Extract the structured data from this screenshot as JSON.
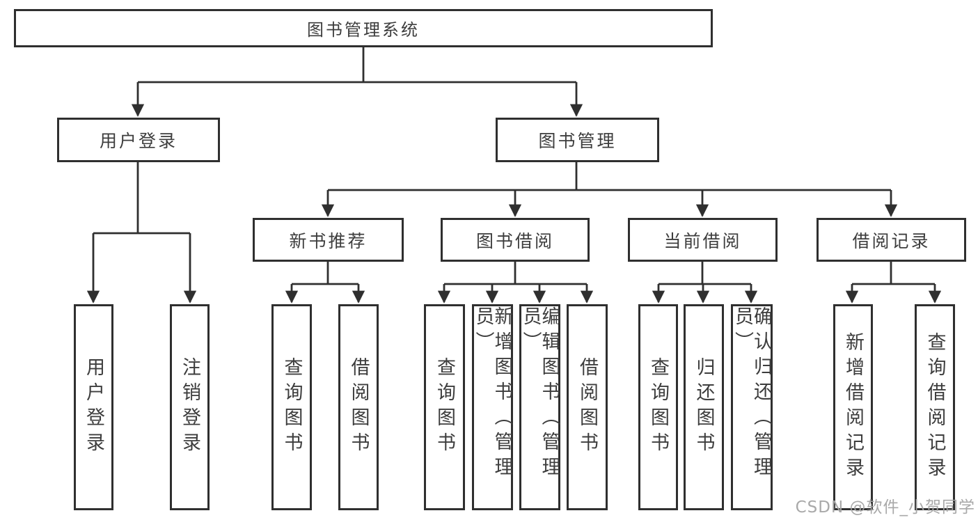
{
  "diagram": {
    "type": "hierarchy-tree",
    "colors": {
      "line": "#2f2f2f",
      "box_border": "#2f2f2f",
      "box_fill": "#ffffff",
      "text": "#3d3d3d",
      "background": "#ffffff",
      "watermark": "#a4a4a4"
    },
    "nodes": {
      "root": "图书管理系统",
      "level2": [
        "用户登录",
        "图书管理"
      ],
      "level3": [
        "新书推荐",
        "图书借阅",
        "当前借阅",
        "借阅记录"
      ],
      "leaves": [
        "用户登录",
        "注销登录",
        "查询图书",
        "借阅图书",
        "查询图书",
        "新增图书（管理员）",
        "编辑图书（管理员）",
        "借阅图书",
        "查询图书",
        "归还图书",
        "确认归还（管理员）",
        "新增借阅记录",
        "查询借阅记录"
      ]
    },
    "hierarchy": {
      "图书管理系统": {
        "用户登录": [
          "用户登录",
          "注销登录"
        ],
        "图书管理": {
          "新书推荐": [
            "查询图书",
            "借阅图书"
          ],
          "图书借阅": [
            "查询图书",
            "新增图书（管理员）",
            "编辑图书（管理员）",
            "借阅图书"
          ],
          "当前借阅": [
            "查询图书",
            "归还图书",
            "确认归还（管理员）"
          ],
          "借阅记录": [
            "新增借阅记录",
            "查询借阅记录"
          ]
        }
      }
    }
  },
  "watermark": {
    "text": "CSDN @软件_小贺同学"
  }
}
